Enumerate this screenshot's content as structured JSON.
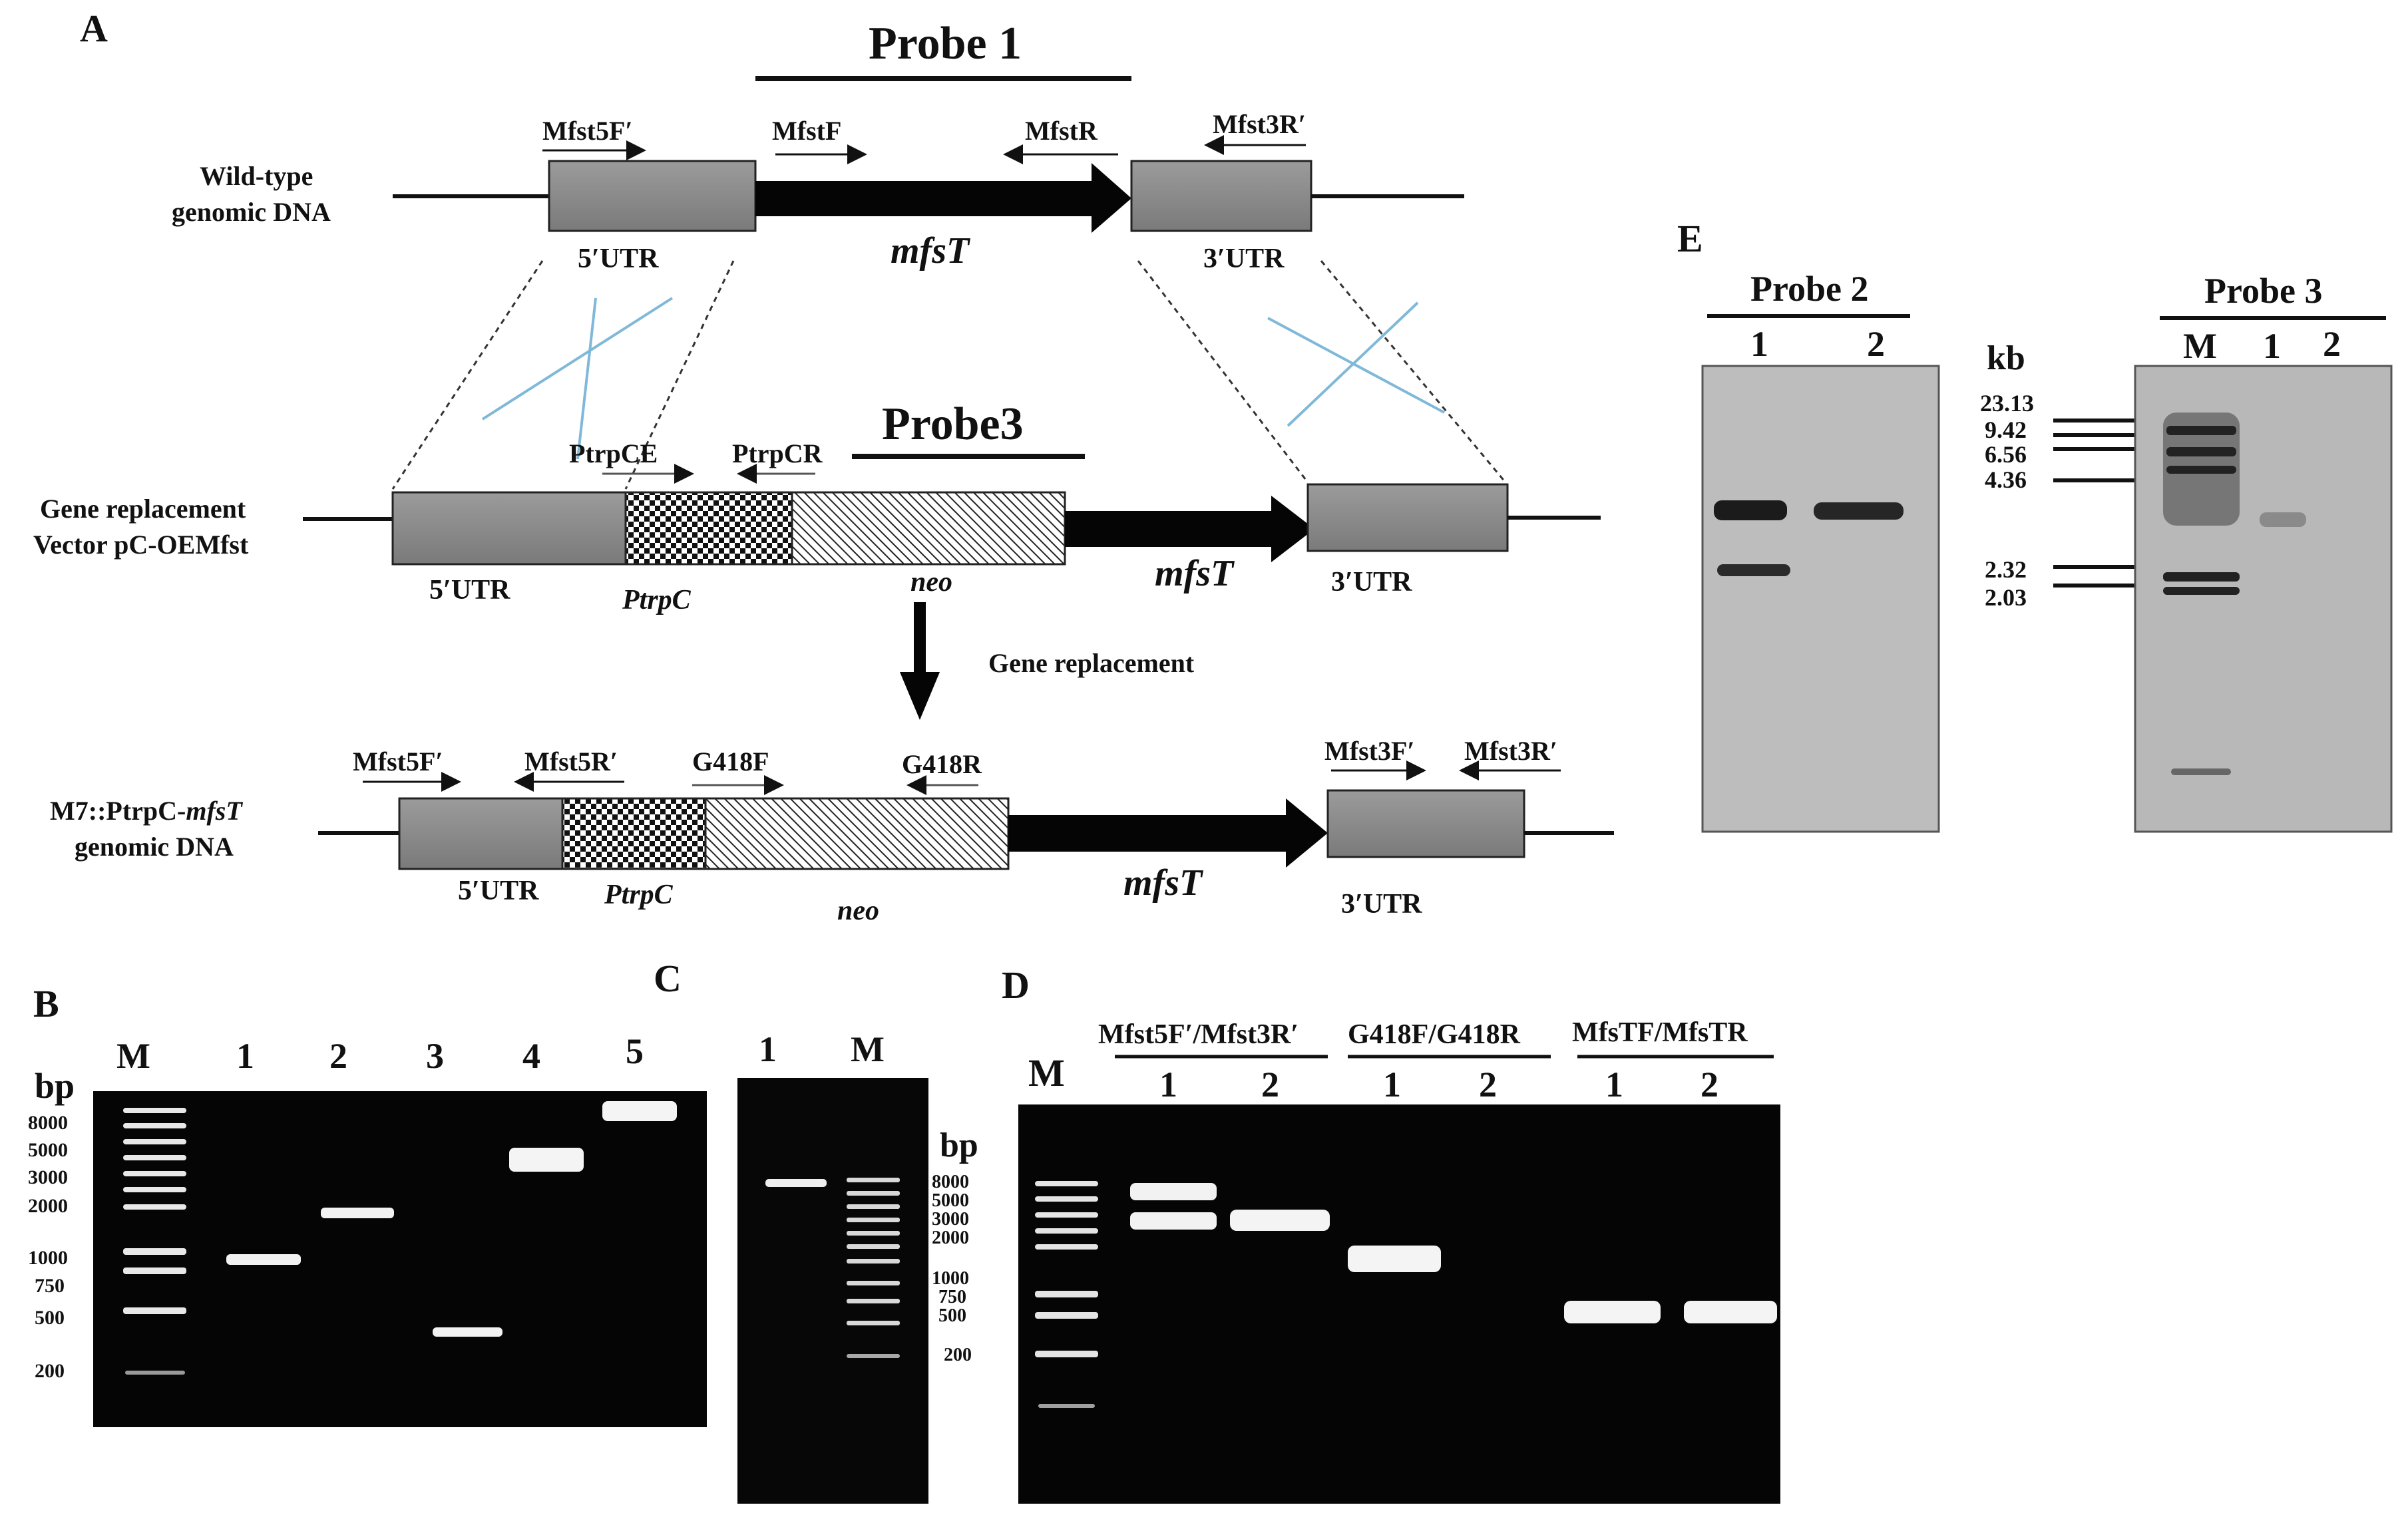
{
  "panels": {
    "A": "A",
    "B": "B",
    "C": "C",
    "D": "D",
    "E": "E"
  },
  "panel_a": {
    "probe1": "Probe 1",
    "probe3": "Probe3",
    "wild_type": {
      "label_line1": "Wild-type",
      "label_line2": "genomic DNA",
      "primers": [
        "Mfst5F′",
        "MfstF",
        "MfstR",
        "Mfst3R′"
      ],
      "utr5": "5′UTR",
      "gene": "mfsT",
      "utr3": "3′UTR"
    },
    "vector": {
      "label_line1": "Gene replacement",
      "label_line2": "Vector pC-OEMfst",
      "primers": [
        "PtrpCE",
        "PtrpCR"
      ],
      "utr5": "5′UTR",
      "promoter": "PtrpC",
      "marker": "neo",
      "gene": "mfsT",
      "utr3": "3′UTR"
    },
    "replacement_label": "Gene replacement",
    "mutant": {
      "label_prefix": "M7::PtrpC-",
      "label_gene": "mfsT",
      "label_line2": "genomic DNA",
      "primers": [
        "Mfst5F′",
        "Mfst5R′",
        "G418F",
        "G418R",
        "Mfst3F′",
        "Mfst3R′"
      ],
      "utr5": "5′UTR",
      "promoter": "PtrpC",
      "marker": "neo",
      "gene": "mfsT",
      "utr3": "3′UTR"
    }
  },
  "panel_b": {
    "lanes": [
      "M",
      "1",
      "2",
      "3",
      "4",
      "5"
    ],
    "unit": "bp",
    "ladder": [
      "8000",
      "5000",
      "3000",
      "2000",
      "1000",
      "750",
      "500",
      "200"
    ]
  },
  "panel_c": {
    "lanes": [
      "1",
      "M"
    ],
    "unit": "bp",
    "ladder": [
      "8000",
      "5000",
      "3000",
      "2000",
      "1000",
      "750",
      "500",
      "200"
    ]
  },
  "panel_d": {
    "marker": "M",
    "groups": [
      "Mfst5F′/Mfst3R′",
      "G418F/G418R",
      "MfsTF/MfsTR"
    ],
    "lanes": [
      "1",
      "2",
      "1",
      "2",
      "1",
      "2"
    ]
  },
  "panel_e": {
    "blot1": {
      "title": "Probe 2",
      "lanes": [
        "1",
        "2"
      ]
    },
    "blot2": {
      "title": "Probe 3",
      "lanes": [
        "M",
        "1",
        "2"
      ]
    },
    "unit": "kb",
    "ladder": [
      "23.13",
      "9.42",
      "6.56",
      "4.36",
      "2.32",
      "2.03"
    ]
  }
}
